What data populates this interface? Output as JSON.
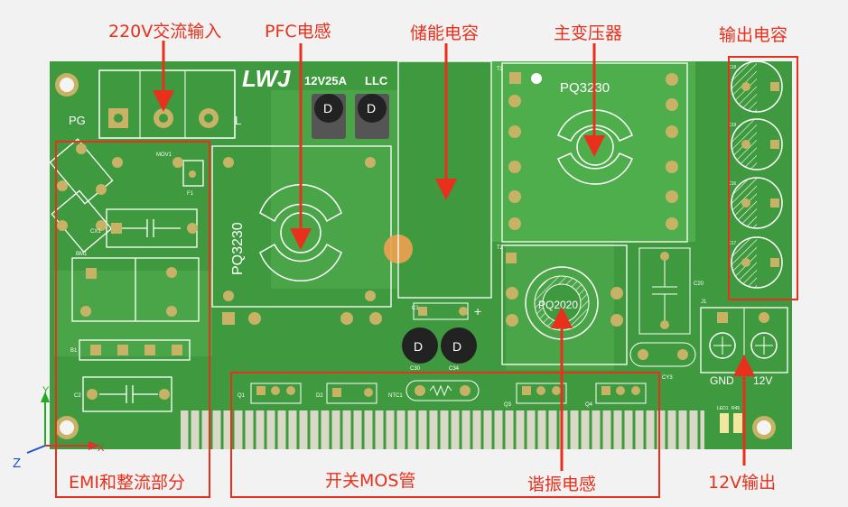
{
  "annotations": {
    "ac_input": "220V交流输入",
    "pfc_inductor": "PFC电感",
    "storage_cap": "储能电容",
    "main_transformer": "主变压器",
    "output_caps": "输出电容",
    "emi_rectifier": "EMI和整流部分",
    "mos_switches": "开关MOS管",
    "resonant_inductor": "谐振电感",
    "output_12v": "12V输出"
  },
  "board": {
    "brand": "LWJ",
    "model": "12V25A",
    "topology": "LLC",
    "pg_label": "PG",
    "l_label": "L",
    "pfc_core": "PQ3230",
    "transformer_core": "PQ3230",
    "resonant_core": "PQ2020",
    "gnd_label": "GND",
    "v12_label": "12V",
    "refdes": {
      "mov": "MOV1",
      "fuse": "F1",
      "cx1": "CX1",
      "bm": "BM1",
      "b1": "B1",
      "c2": "C2",
      "c1": "C1",
      "c30": "C30",
      "c34": "C34",
      "c20": "C20",
      "q1": "Q1",
      "d2": "D2",
      "ntc": "NTC1",
      "q3": "Q3",
      "q4": "Q4",
      "cy3": "CY3",
      "j1": "J1",
      "led": "LED1",
      "r45": "R45",
      "t2a": "T2",
      "t2b": "T2",
      "c18": "C18",
      "c19": "C19",
      "c16": "C16",
      "c17": "C17"
    }
  },
  "axes": {
    "x": "X",
    "y": "Y",
    "z": "Z"
  },
  "colors": {
    "pcb": "#3f9a3f",
    "pcb_copper": "#4fae4c",
    "annotation": "#e8301c",
    "silkscreen": "#ffffff",
    "pad": "#c8b266",
    "background": "#f2f2f2"
  }
}
